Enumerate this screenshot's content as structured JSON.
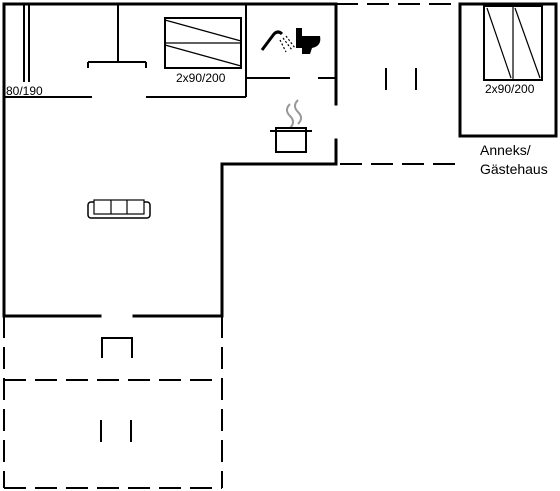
{
  "labels": {
    "bed_single": "80/190",
    "bed_double_main": "2x90/200",
    "bed_double_annex": "2x90/200",
    "annex_line1": "Anneks/",
    "annex_line2": "Gästehaus"
  },
  "icons": {
    "sofa": "sofa-icon",
    "shower": "shower-icon",
    "toilet": "toilet-icon",
    "kitchen": "cooking-pot-icon"
  }
}
